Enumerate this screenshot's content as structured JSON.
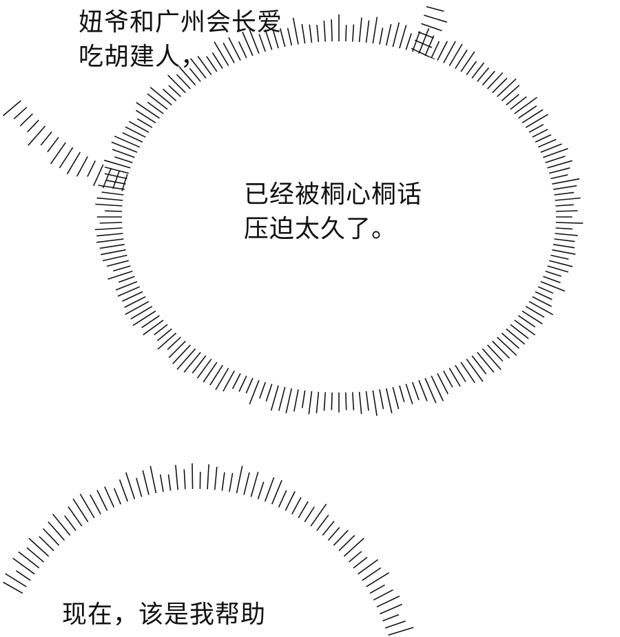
{
  "bubbles": [
    {
      "lines": [
        "妞爷和广州会长爱",
        "吃胡建人，"
      ]
    },
    {
      "lines": [
        "已经被桐心桐话",
        "压迫太久了。"
      ]
    },
    {
      "lines": [
        "现在，该是我帮助"
      ]
    }
  ],
  "colors": {
    "ink": "#111111",
    "background": "#ffffff"
  }
}
